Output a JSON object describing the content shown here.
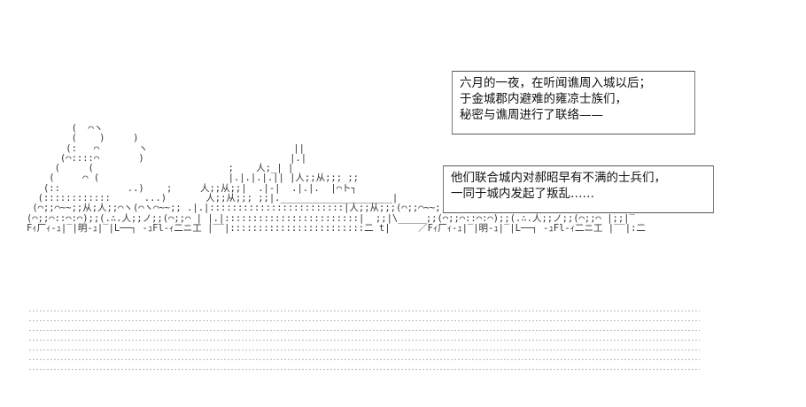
{
  "captions": [
    {
      "lines": [
        "六月的一夜，在听闻谯周入城以后；",
        "于金城郡内避难的雍凉士族们，",
        "秘密与谯周进行了联络——"
      ]
    },
    {
      "lines": [
        "他们联合城内对郝昭早有不满的士兵们，",
        "一同于城内发起了叛乱……"
      ]
    }
  ],
  "art": {
    "cloud_and_town": "        (  ⌒ヽ\n        (    )     )\n       (:   ⌒       ヽ                          ||\n      (⌒::::⌒       )                          |.|\n     (     (                        ;    人;_| |\n    (     ⌒ (                       |.|.|.|.|| |人;;从;;; ;;\n   (::            ..)    ;     人;;从;;|  .|-|  .|.|.  |⌒ト┐\n  (::::::::::::      ...)       人;;从;;; ;;|.____________________|\n (⌒;;⌒~~;;从;人;;⌒ヽ(⌒ヽ⌒~~;; .|.|::::::::::::::::::::::::|人;;从;;;(⌒;;⌒~~;;从;人;;⌒ヽ(⌒;;⌒~~;;  人;;从;;;\n(⌒;;⌒::⌒:⌒);;(.∴.人;;ノ;;(⌒;;⌒ | |.|::::::::::::::::::::::::|  ;;|\\_____;;(⌒;;⌒::⌒:⌒);;(.∴.人;;ノ;;(⌒;;⌒ |;;|‾\nFｨ厂ｨ-ｭ|‾|明-ｭ|‾|L──┐ -ｭFl-ｨ二ニ工 |‾‾|::::::::::::::::::::::::二 t|     ／Fｨ厂ｨ-ｭ|‾|明-ｭ|‾|L──┐ -ｭFl-ｨ二ニ工 |‾‾|:二"
  }
}
